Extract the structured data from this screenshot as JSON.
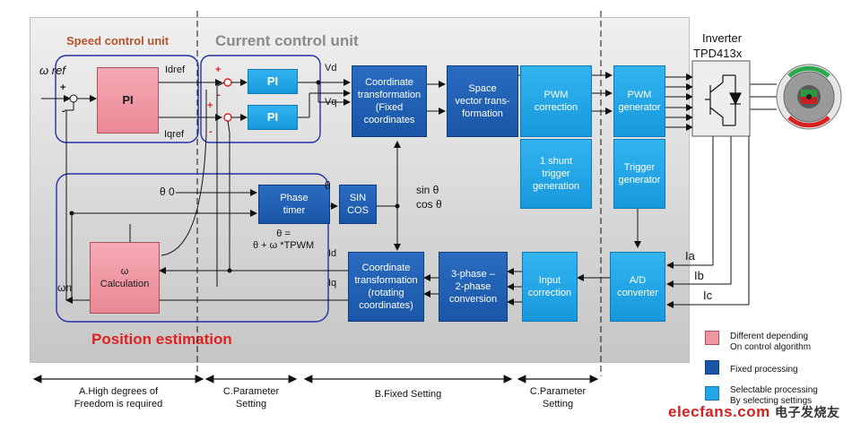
{
  "titles": {
    "speed_unit": "Speed control unit",
    "current_unit": "Current control unit",
    "position_estimation": "Position estimation"
  },
  "inverter": {
    "line1": "Inverter",
    "line2": "TPD413x"
  },
  "blocks": {
    "pi_speed": "PI",
    "pi_d": "PI",
    "pi_q": "PI",
    "coord_fixed": "Coordinate\ntransformation\n(Fixed\ncoordinates",
    "svm": "Space\nvector trans-\nformation",
    "pwm_correction": "PWM\ncorrection",
    "pwm_generator": "PWM\ngenerator",
    "shunt": "1 shunt\ntrigger\ngeneration",
    "trigger_gen": "Trigger\ngenerator",
    "phase_timer": "Phase\ntimer",
    "sincos": "SIN\nCOS",
    "omega_calc_symbol": "ω",
    "omega_calc": "Calculation",
    "coord_rot": "Coordinate\ntransformation\n(rotating\ncoordinates)",
    "three_two": "3-phase –\n2-phase\nconversion",
    "input_corr": "Input\ncorrection",
    "ad": "A/D\nconverter"
  },
  "labels": {
    "omega_ref": "ω ref",
    "idref": "Idref",
    "iqref": "Iqref",
    "vd": "Vd",
    "vq": "Vq",
    "theta0": "θ 0",
    "theta": "θ",
    "theta_eq": "θ =\nθ + ω *TPWM",
    "sin": "sin θ",
    "cos": "cos θ",
    "id": "Id",
    "iq": "Iq",
    "omega_n": "ωn",
    "ia": "Ia",
    "ib": "Ib",
    "ic": "Ic",
    "plus": "+",
    "minus": "-"
  },
  "bottom": {
    "a": "A.High degrees of\nFreedom is required",
    "c1": "C.Parameter\nSetting",
    "b": "B.Fixed Setting",
    "c2": "C.Parameter\nSetting"
  },
  "legend": [
    {
      "text": "Different depending\nOn control algorithm",
      "color": "#ef96a2"
    },
    {
      "text": "Fixed processing",
      "color": "#1a56a8"
    },
    {
      "text": "Selectable processing\nBy selecting settings",
      "color": "#22a6e8"
    }
  ],
  "watermark": {
    "brand": "elecfans.com",
    "cn": "电子发烧友"
  }
}
